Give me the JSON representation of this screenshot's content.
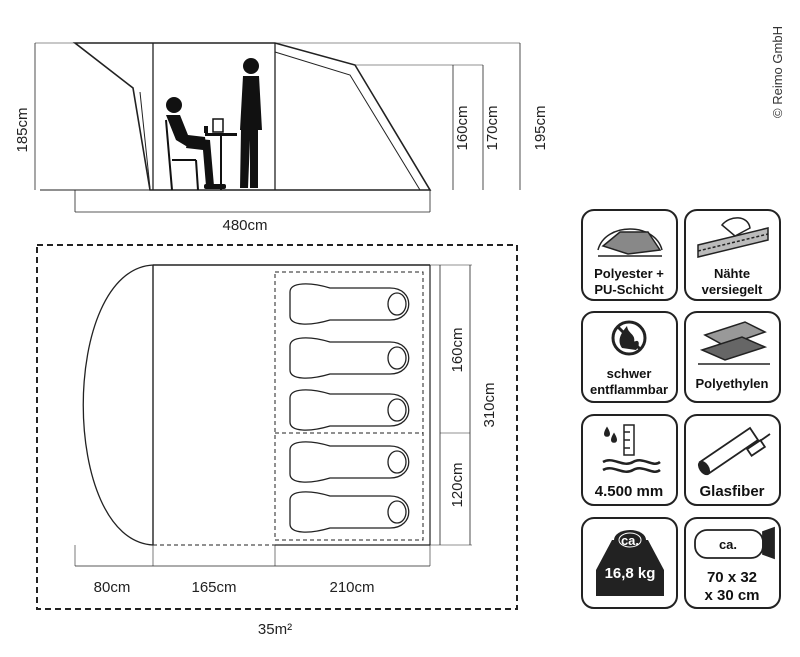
{
  "copyright": "© Reimo GmbH",
  "side_view": {
    "height_left": "185cm",
    "height_1": "160cm",
    "height_2": "170cm",
    "height_3": "195cm",
    "length": "480cm"
  },
  "floor_plan": {
    "depth_cabin_1": "160cm",
    "depth_cabin_2": "120cm",
    "width_total": "310cm",
    "seg_1": "80cm",
    "seg_2": "165cm",
    "seg_3": "210cm",
    "area": "35m²"
  },
  "features": [
    {
      "icon": "fabric-layers-icon",
      "line1": "Polyester +",
      "line2": "PU-Schicht"
    },
    {
      "icon": "sealed-seams-icon",
      "line1": "Nähte",
      "line2": "versiegelt"
    },
    {
      "icon": "flame-retardant-icon",
      "line1": "schwer",
      "line2": "entflammbar"
    },
    {
      "icon": "groundsheet-icon",
      "line1": "Polyethylen",
      "line2": ""
    },
    {
      "icon": "water-column-icon",
      "line1": "4.500 mm",
      "line2": ""
    },
    {
      "icon": "fiberglass-pole-icon",
      "line1": "Glasfiber",
      "line2": ""
    },
    {
      "icon": "weight-icon",
      "line1": "ca.",
      "line2": "16,8 kg"
    },
    {
      "icon": "pack-size-icon",
      "line1": "ca.",
      "line2": "70 x 32",
      "line3": "x 30 cm"
    }
  ]
}
